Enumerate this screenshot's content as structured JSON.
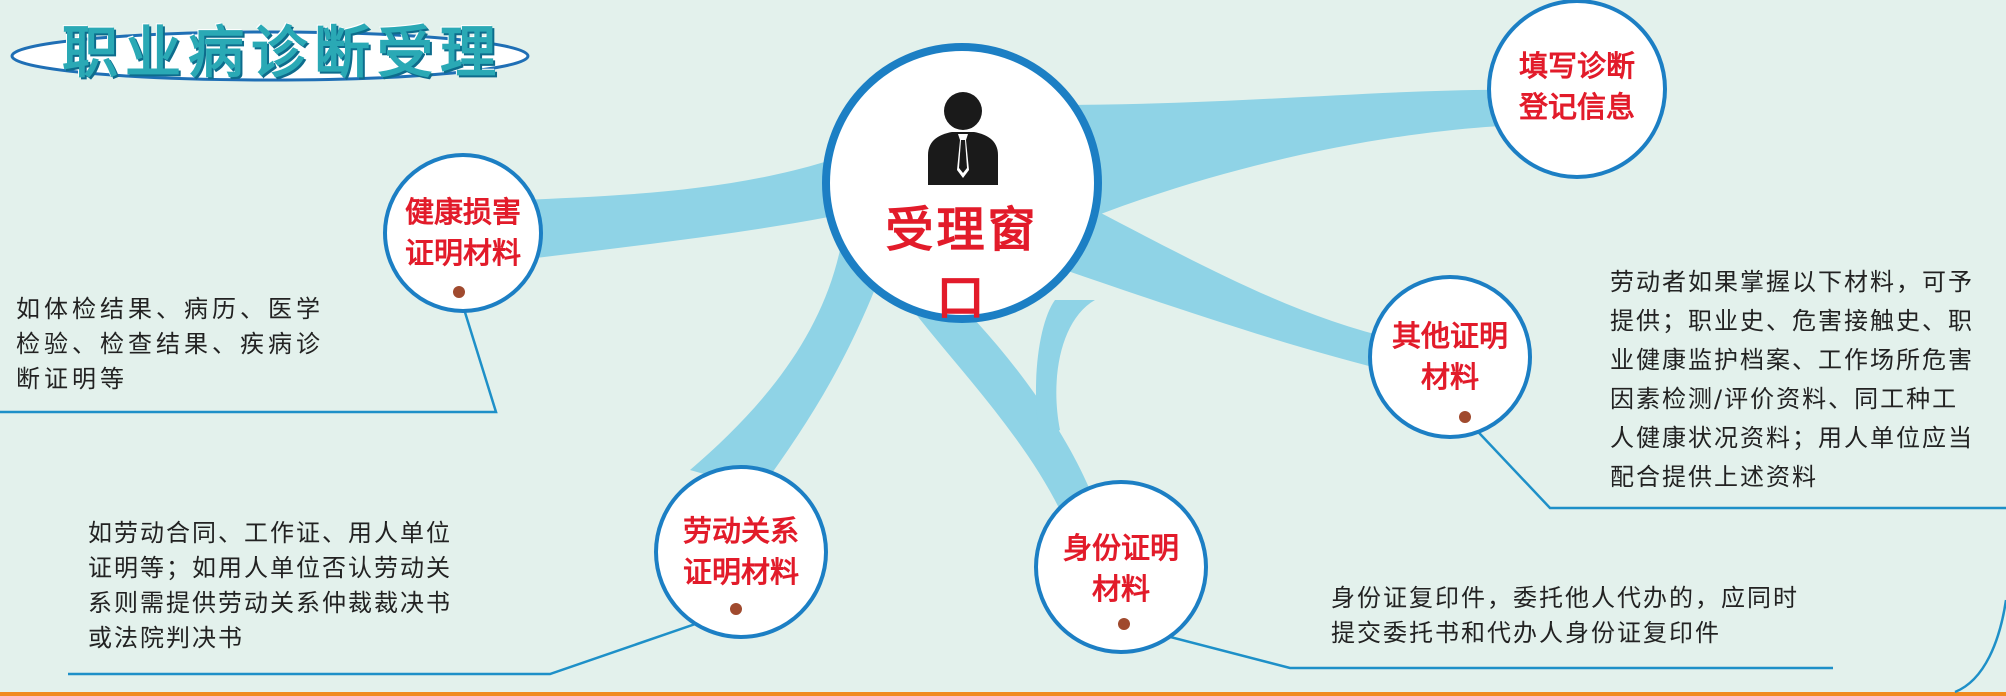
{
  "title": "职业病诊断受理",
  "colors": {
    "background": "#e3f1ec",
    "branch": "#8fd3e6",
    "circle_border": "#1c7fc4",
    "node_text": "#e21b2a",
    "connector": "#1e90c8",
    "dot": "#a04a2e",
    "title": "#2aa9b5",
    "bottom_border": "#f08a20"
  },
  "center": {
    "icon": "person-icon",
    "label": "受理窗口"
  },
  "nodes": {
    "fill_info": {
      "lines": [
        "填写诊断",
        "登记信息"
      ]
    },
    "health_damage": {
      "lines": [
        "健康损害",
        "证明材料"
      ]
    },
    "other": {
      "lines": [
        "其他证明",
        "材料"
      ]
    },
    "labor_relation": {
      "lines": [
        "劳动关系",
        "证明材料"
      ]
    },
    "identity": {
      "lines": [
        "身份证明",
        "材料"
      ]
    }
  },
  "descriptions": {
    "health_damage": [
      "如体检结果、病历、医学",
      "检验、检查结果、疾病诊",
      "断证明等"
    ],
    "other": [
      "劳动者如果掌握以下材料，可予",
      "提供；职业史、危害接触史、职",
      "业健康监护档案、工作场所危害",
      "因素检测/评价资料、同工种工",
      "人健康状况资料；用人单位应当",
      "配合提供上述资料"
    ],
    "labor_relation": [
      "如劳动合同、工作证、用人单位",
      "证明等；如用人单位否认劳动关",
      "系则需提供劳动关系仲裁裁决书",
      "或法院判决书"
    ],
    "identity": [
      "身份证复印件，委托他人代办的，应同时",
      "提交委托书和代办人身份证复印件"
    ]
  }
}
